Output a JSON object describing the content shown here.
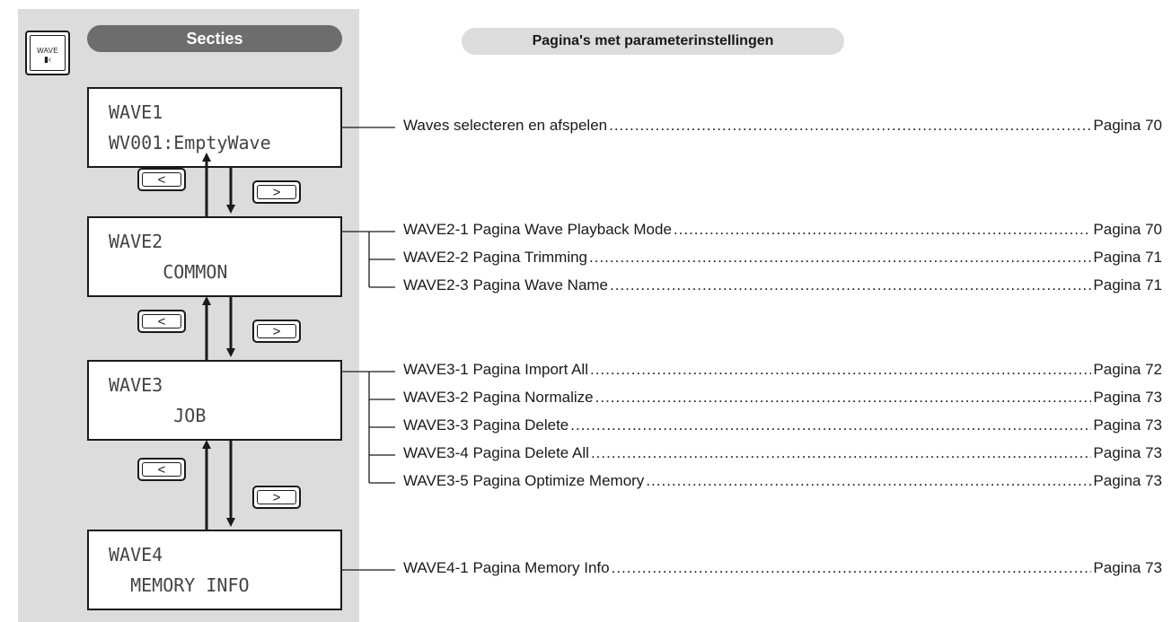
{
  "wave_key": {
    "label": "WAVE",
    "icon": "speaker-icon"
  },
  "headers": {
    "sections": "Secties",
    "pages": "Pagina's met parameterinstellingen"
  },
  "nav": {
    "prev": "<",
    "next": ">"
  },
  "screens": [
    {
      "line1": "WAVE1",
      "line2": "WV001:EmptyWave"
    },
    {
      "line1": "WAVE2",
      "line2": "     COMMON"
    },
    {
      "line1": "WAVE3",
      "line2": "      JOB"
    },
    {
      "line1": "WAVE4",
      "line2": "  MEMORY INFO"
    }
  ],
  "entries": [
    {
      "text": "Waves selecteren en afspelen",
      "page": "Pagina 70"
    },
    {
      "text": "WAVE2-1 Pagina Wave Playback Mode",
      "page": "Pagina 70"
    },
    {
      "text": "WAVE2-2 Pagina Trimming",
      "page": "Pagina 71"
    },
    {
      "text": "WAVE2-3 Pagina Wave Name",
      "page": "Pagina 71"
    },
    {
      "text": "WAVE3-1 Pagina Import All",
      "page": "Pagina 72"
    },
    {
      "text": "WAVE3-2 Pagina Normalize",
      "page": "Pagina 73"
    },
    {
      "text": "WAVE3-3 Pagina Delete",
      "page": "Pagina 73"
    },
    {
      "text": "WAVE3-4 Pagina Delete All",
      "page": "Pagina 73"
    },
    {
      "text": "WAVE3-5 Pagina Optimize Memory",
      "page": "Pagina 73"
    },
    {
      "text": "WAVE4-1 Pagina Memory Info",
      "page": "Pagina 73"
    }
  ]
}
